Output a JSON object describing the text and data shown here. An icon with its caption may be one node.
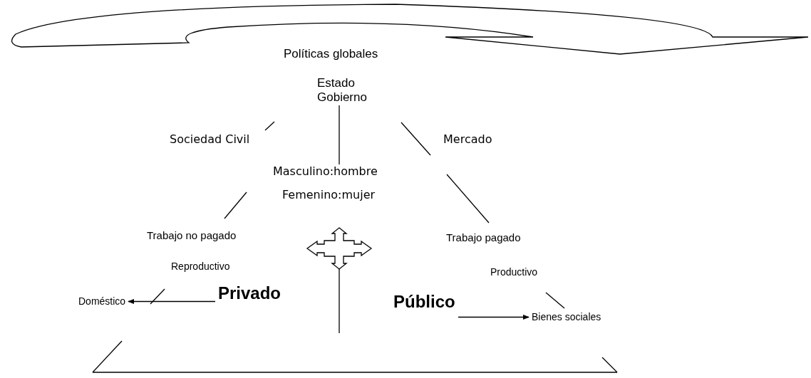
{
  "diagram": {
    "nodes": [
      {
        "text": [
          "Políticas globales"
        ]
      },
      {
        "text": [
          "Estado Gobierno"
        ]
      },
      {
        "text": [
          "Sociedad Civil"
        ]
      },
      {
        "text": [
          "Mercado"
        ]
      },
      {
        "text": [
          "Masculino:hombre"
        ]
      },
      {
        "text": [
          "Femenino:mujer"
        ]
      },
      {
        "text": [
          "Trabajo no pagado"
        ]
      },
      {
        "text": [
          "Trabajo pagado"
        ]
      },
      {
        "text": [
          "Reproductivo"
        ]
      },
      {
        "text": [
          "Productivo"
        ]
      },
      {
        "text": [
          "Doméstico"
        ]
      },
      {
        "text": [
          "Privado"
        ]
      },
      {
        "text": [
          "Público"
        ]
      },
      {
        "text": [
          "Bienes sociales"
        ]
      }
    ],
    "edges": [
      {
        "from": 1,
        "to": 4,
        "arrow": "none"
      },
      {
        "from": 11,
        "to": 10,
        "arrow": "to"
      },
      {
        "from": 12,
        "to": 13,
        "arrow": "to"
      }
    ]
  }
}
